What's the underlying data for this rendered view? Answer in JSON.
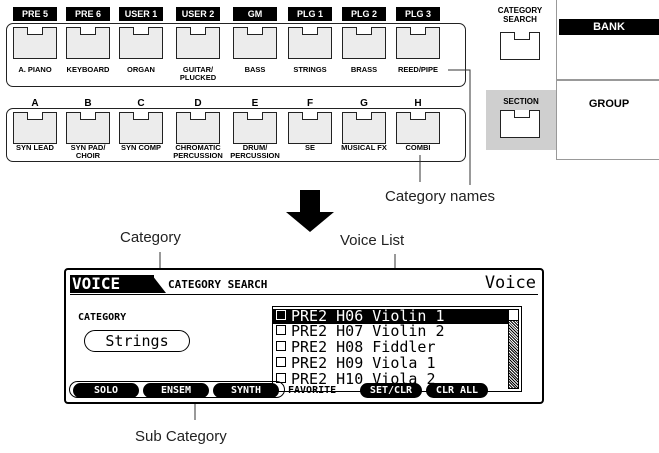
{
  "banks": [
    {
      "label": "PRE 5"
    },
    {
      "label": "PRE 6"
    },
    {
      "label": "USER 1"
    },
    {
      "label": "USER 2"
    },
    {
      "label": "GM"
    },
    {
      "label": "PLG 1"
    },
    {
      "label": "PLG 2"
    },
    {
      "label": "PLG 3"
    }
  ],
  "categories_top": [
    "A. PIANO",
    "KEYBOARD",
    "ORGAN",
    "GUITAR/\nPLUCKED",
    "BASS",
    "STRINGS",
    "BRASS",
    "REED/PIPE"
  ],
  "letters": [
    "A",
    "B",
    "C",
    "D",
    "E",
    "F",
    "G",
    "H"
  ],
  "categories_bottom": [
    "SYN LEAD",
    "SYN PAD/\nCHOIR",
    "SYN COMP",
    "CHROMATIC\nPERCUSSION",
    "DRUM/\nPERCUSSION",
    "SE",
    "MUSICAL FX",
    "COMBI"
  ],
  "side": {
    "category_search": "CATEGORY\nSEARCH",
    "section": "SECTION",
    "bank": "BANK",
    "group": "GROUP"
  },
  "annotations": {
    "category_names": "Category names",
    "category": "Category",
    "voice_list": "Voice List",
    "sub_category": "Sub Category"
  },
  "lcd": {
    "title": "VOICE",
    "subtitle": "CATEGORY SEARCH",
    "mode": "Voice",
    "category_label": "CATEGORY",
    "category_value": "Strings",
    "voices": [
      {
        "text": "PRE2 H06 Violin 1"
      },
      {
        "text": "PRE2 H07 Violin 2"
      },
      {
        "text": "PRE2 H08 Fiddler"
      },
      {
        "text": "PRE2 H09 Viola 1"
      },
      {
        "text": "PRE2 H10 Viola 2"
      }
    ],
    "soft_buttons": [
      "SOLO",
      "ENSEM",
      "SYNTH"
    ],
    "favorite": "FAVORITE",
    "set_clr": "SET/CLR",
    "clr_all": "CLR ALL"
  }
}
